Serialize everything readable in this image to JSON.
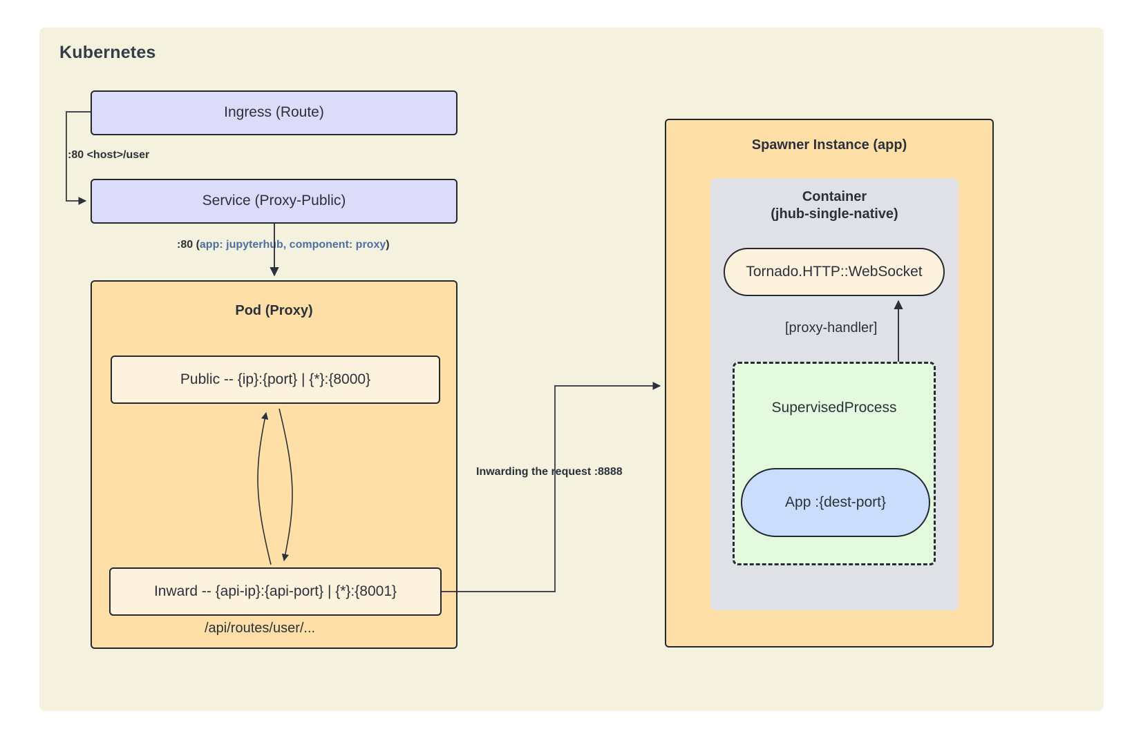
{
  "diagram": {
    "cluster": {
      "title": "Kubernetes"
    },
    "nodes": {
      "ingress": "Ingress (Route)",
      "service": "Service (Proxy-Public)",
      "pod_title": "Pod (Proxy)",
      "public_endpoint": "Public -- {ip}:{port} | {*}:{8000}",
      "inward_endpoint": "Inward -- {api-ip}:{api-port} | {*}:{8001}",
      "api_route_note": "/api/routes/user/...",
      "spawner_title": "Spawner Instance (app)",
      "container_title_line1": "Container",
      "container_title_line2": "(jhub-single-native)",
      "tornado": "Tornado.HTTP::WebSocket",
      "supervised_process": "SupervisedProcess",
      "app": "App :{dest-port}"
    },
    "edges": {
      "ingress_to_service": ":80 <host>/user",
      "service_to_pod_port": ":80 (",
      "service_to_pod_selector": "app: jupyterhub, component: proxy",
      "service_to_pod_close": ")",
      "inward_to_spawner": "Inwarding the request :8888",
      "proxy_handler": "[proxy-handler]"
    },
    "colors": {
      "page_background": "#ffffff",
      "cluster_fill": "#f5f1df",
      "k8s_node_fill": "#dcdcfa",
      "pod_fill": "#fedfa7",
      "endpoint_fill": "#fdf2dd",
      "container_fill": "#dfe1e6",
      "process_fill": "#e3fadf",
      "app_fill": "#cbddfc",
      "stroke": "#23272e",
      "text": "#2b313a",
      "selector_accent": "#4c6fa6"
    }
  }
}
